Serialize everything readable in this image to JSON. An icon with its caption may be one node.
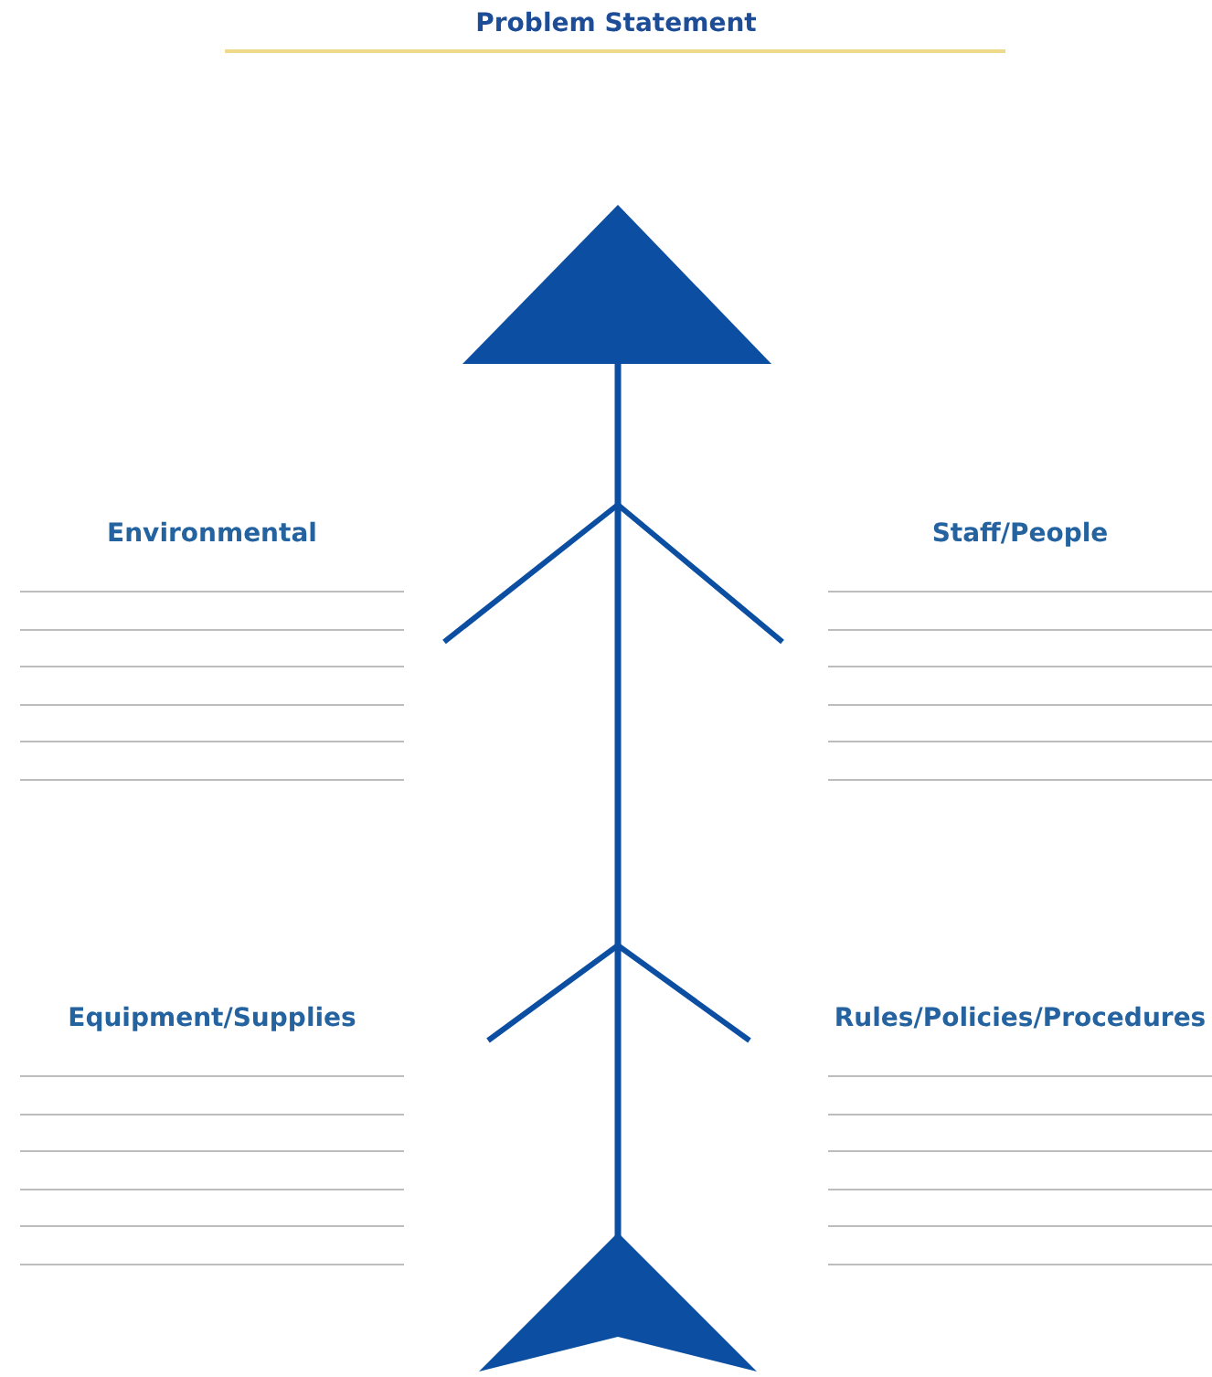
{
  "diagram": {
    "title": "Problem Statement",
    "labels": [
      "Environmental",
      "Staff/People",
      "Equipment/Supplies",
      "Rules/Policies/Procedures"
    ]
  }
}
